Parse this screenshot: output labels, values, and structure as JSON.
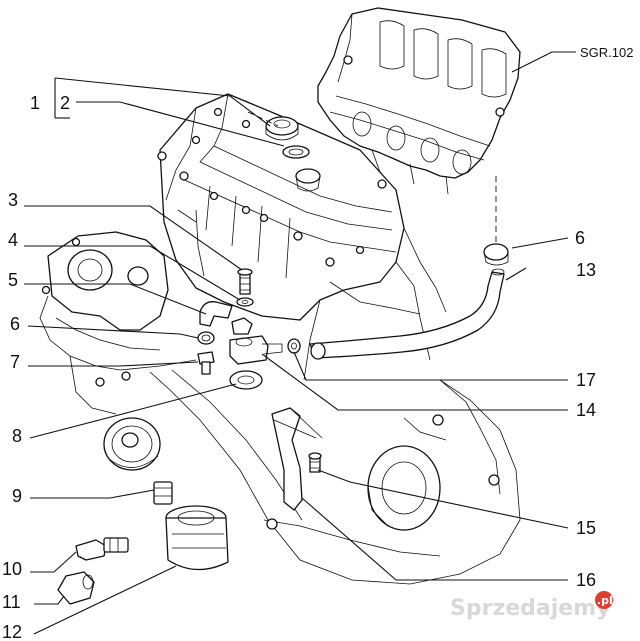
{
  "drawing_code": "SGR.102",
  "callouts": {
    "c1": "1",
    "c2": "2",
    "c3": "3",
    "c4": "4",
    "c5": "5",
    "c6a": "6",
    "c6b": "6",
    "c7": "7",
    "c8": "8",
    "c9": "9",
    "c10": "10",
    "c11": "11",
    "c12": "12",
    "c13": "13",
    "c14": "14",
    "c15": "15",
    "c16": "16",
    "c17": "17"
  },
  "watermark": {
    "text": "Sprzedajemy",
    "suffix": ".pl",
    "accent_color": "#e03c31"
  }
}
